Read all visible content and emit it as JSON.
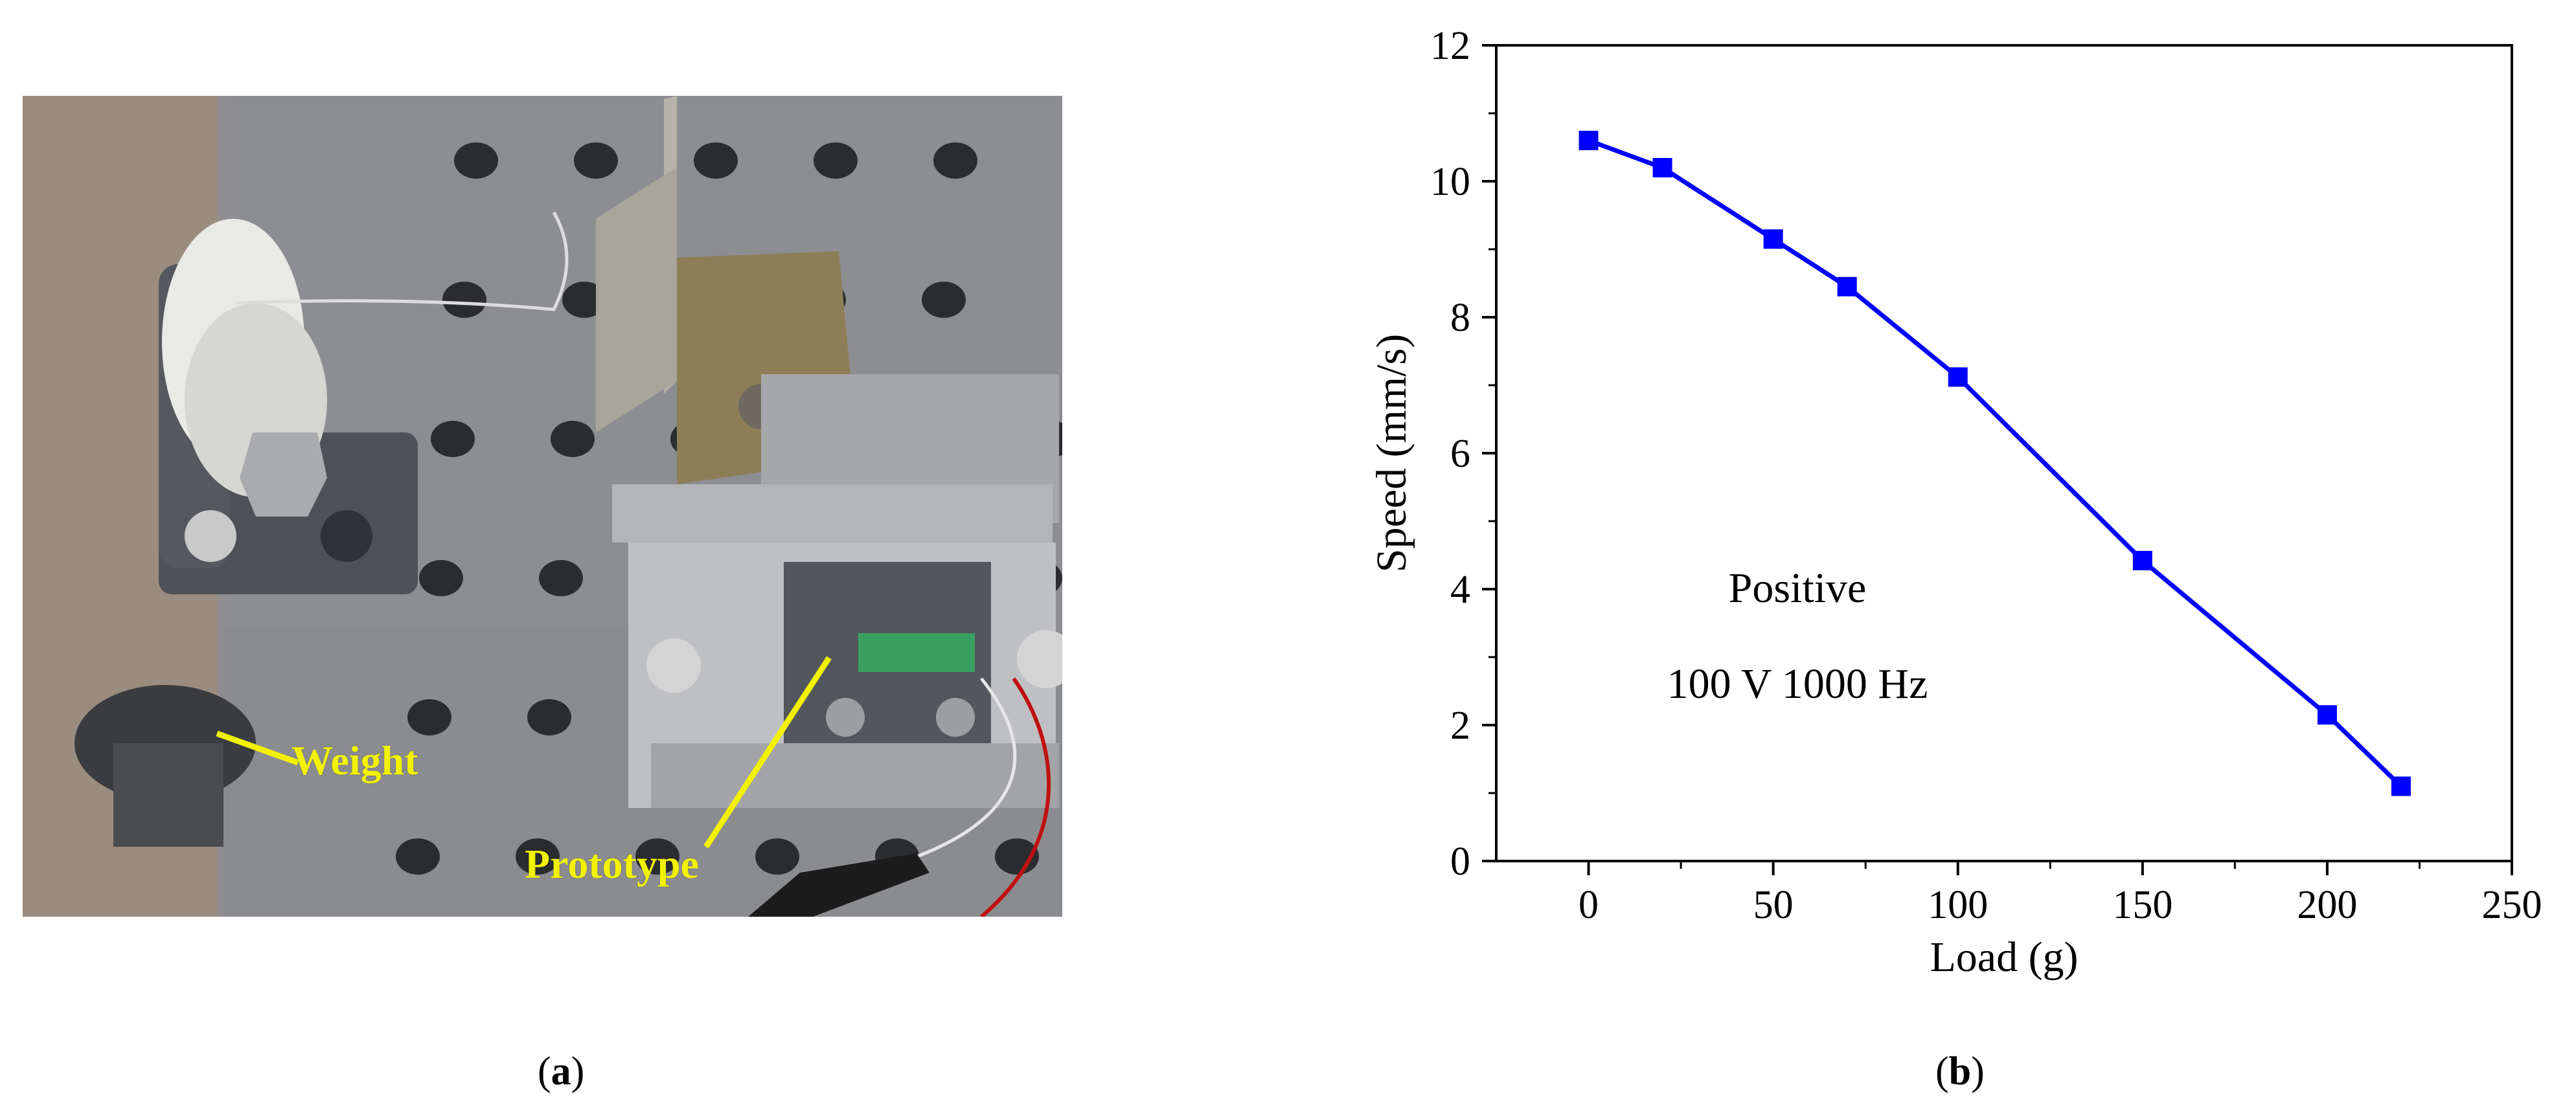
{
  "panel_a": {
    "caption_open": "(",
    "caption_letter": "a",
    "caption_close": ")",
    "labels": {
      "weight": "Weight",
      "prototype": "Prototype"
    },
    "label_color": "#f2f200"
  },
  "panel_b": {
    "caption_open": "(",
    "caption_letter": "b",
    "caption_close": ")"
  },
  "chart_data": {
    "type": "line",
    "title": "",
    "xlabel": "Load (g)",
    "ylabel": "Speed (mm/s)",
    "xlim": [
      -25,
      250
    ],
    "ylim": [
      0,
      12
    ],
    "xticks": [
      0,
      50,
      100,
      150,
      200,
      250
    ],
    "yticks": [
      0,
      2,
      4,
      6,
      8,
      10,
      12
    ],
    "grid": false,
    "series": [
      {
        "x": [
          0,
          20,
          50,
          70,
          100,
          150,
          200,
          220
        ],
        "y": [
          10.6,
          10.2,
          9.15,
          8.45,
          7.12,
          4.42,
          2.15,
          1.1
        ],
        "color": "#0000ff",
        "marker": "square"
      }
    ],
    "annotations": [
      "Positive",
      "100 V 1000 Hz"
    ]
  }
}
